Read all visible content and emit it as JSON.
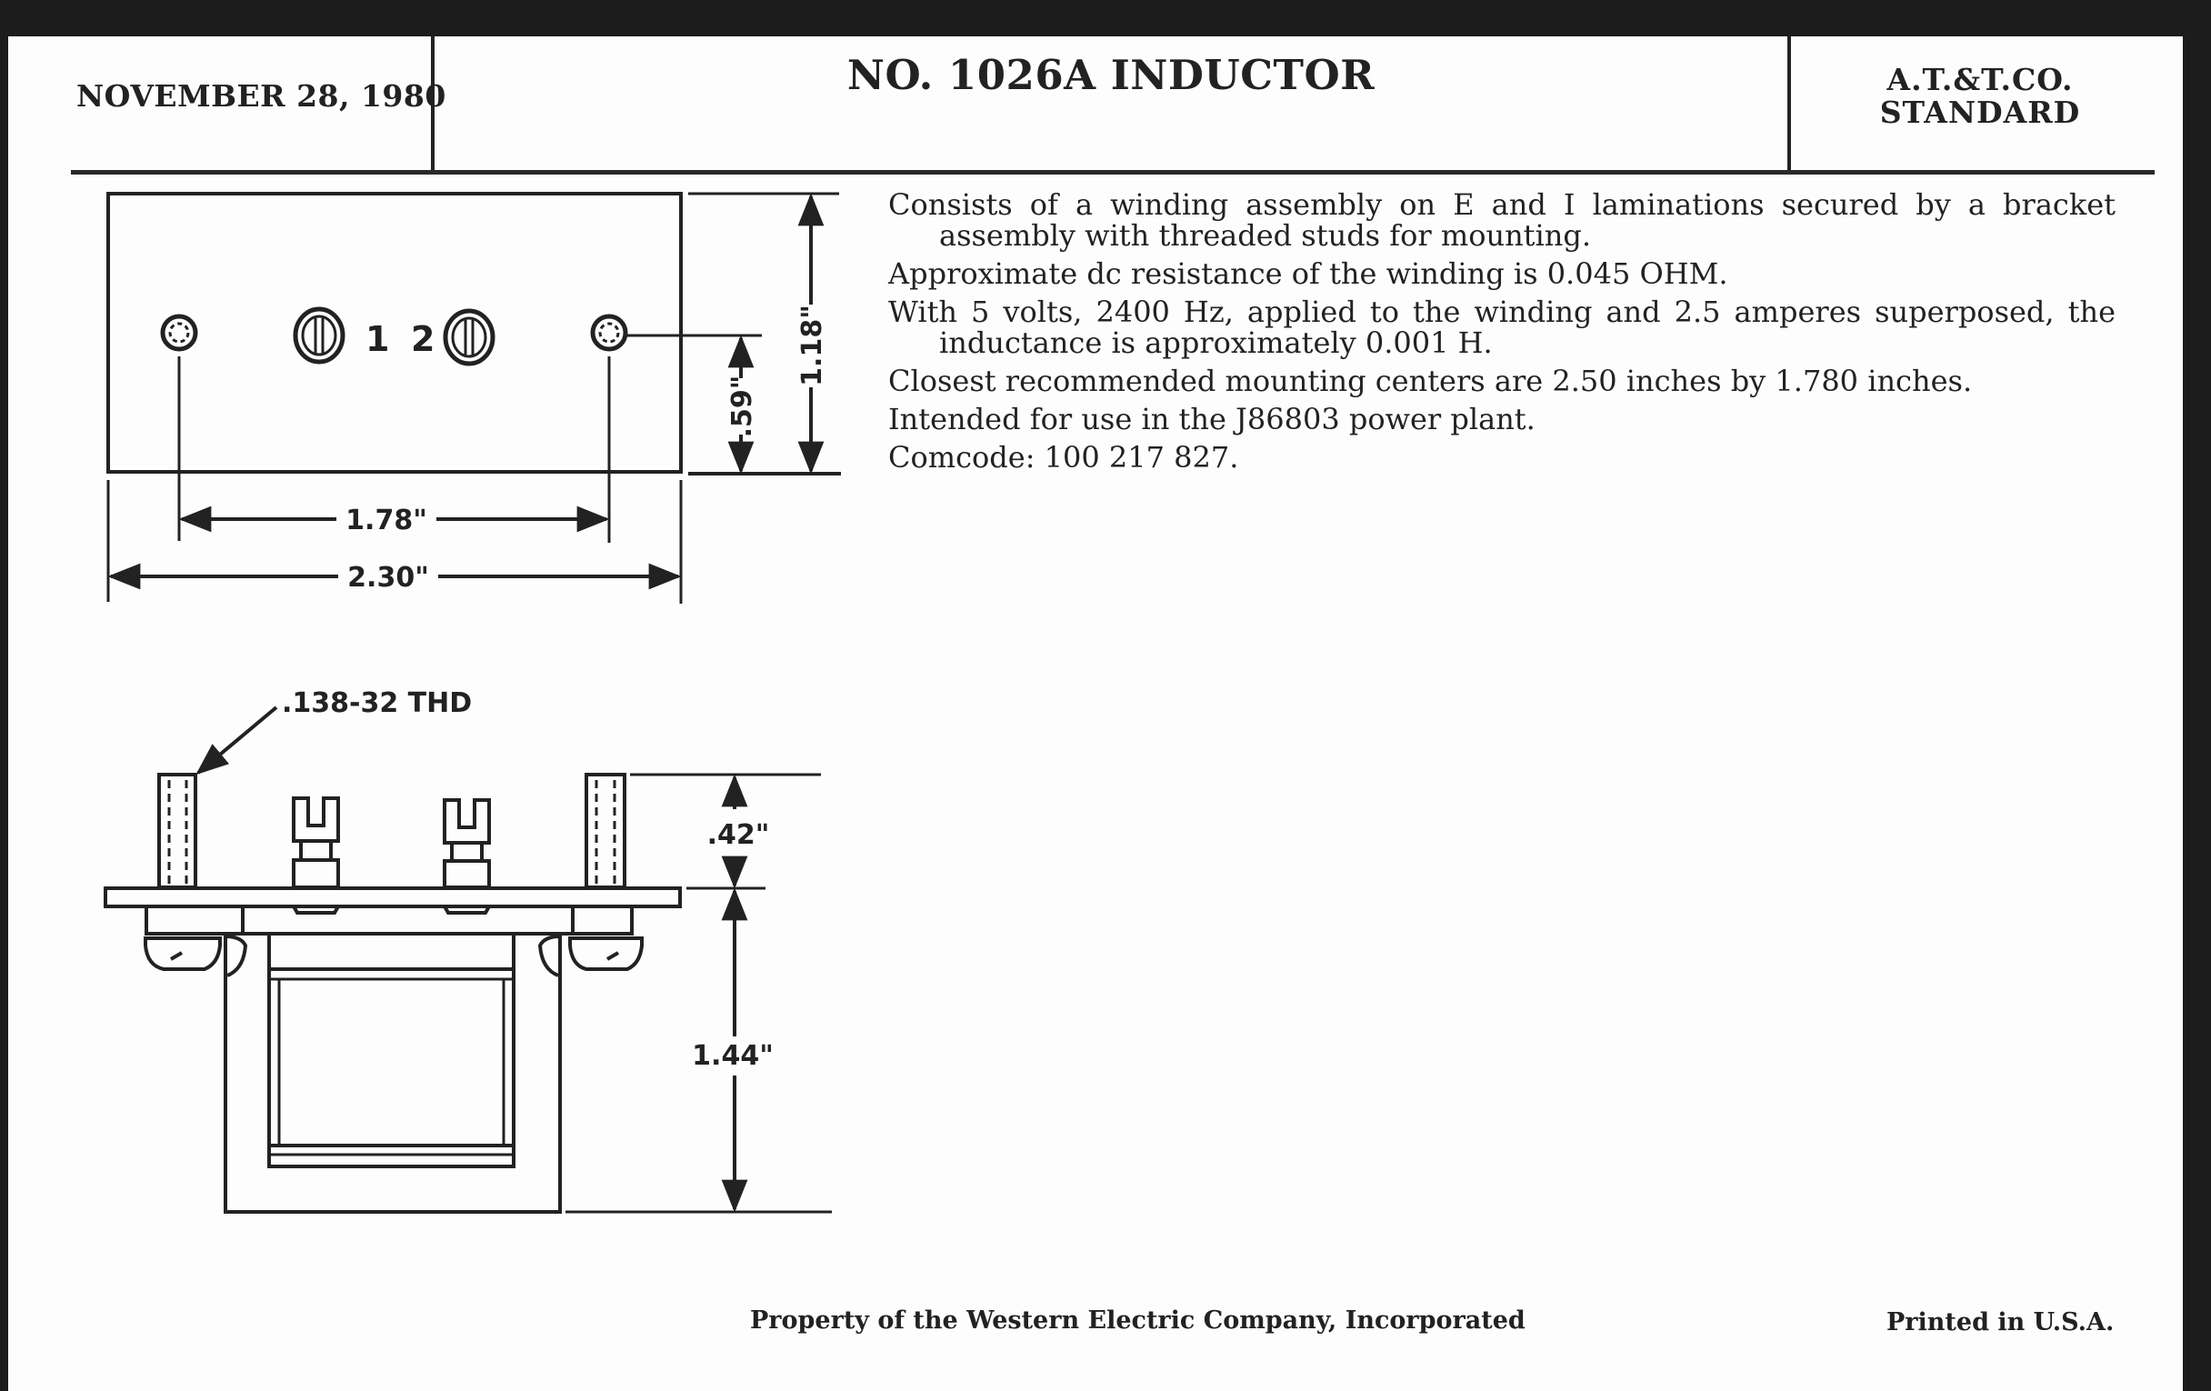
{
  "header": {
    "date": "NOVEMBER 28, 1980",
    "title": "NO. 1026A INDUCTOR",
    "standard_line1": "A.T.&T.CO.",
    "standard_line2": "STANDARD"
  },
  "description": [
    "Consists of a winding assembly on E and I laminations secured by a bracket assembly with threaded studs for mounting.",
    "Approximate dc resistance of the winding is 0.045 OHM.",
    "With 5 volts, 2400 Hz, applied to the winding and 2.5 amperes superposed, the inductance is approximately 0.001 H.",
    "Closest recommended mounting centers are 2.50 inches by 1.780 inches.",
    "Intended for use in the J86803 power plant.",
    "Comcode: 100 217 827."
  ],
  "top_view": {
    "terminal_1_label": "1",
    "terminal_2_label": "2",
    "dim_hole_spacing": "1.78\"",
    "dim_overall_width": "2.30\"",
    "dim_overall_height": "1.18\"",
    "dim_hole_height": ".59\""
  },
  "side_view": {
    "thread_callout": ".138-32 THD",
    "dim_stud_height": ".42\"",
    "dim_body_height": "1.44\""
  },
  "footer": {
    "property_notice": "Property of the Western Electric Company, Incorporated",
    "printed_in": "Printed in U.S.A."
  },
  "colors": {
    "paper": "#fdfdfd",
    "ink": "#222222",
    "scan_border": "#1c1c1c"
  }
}
